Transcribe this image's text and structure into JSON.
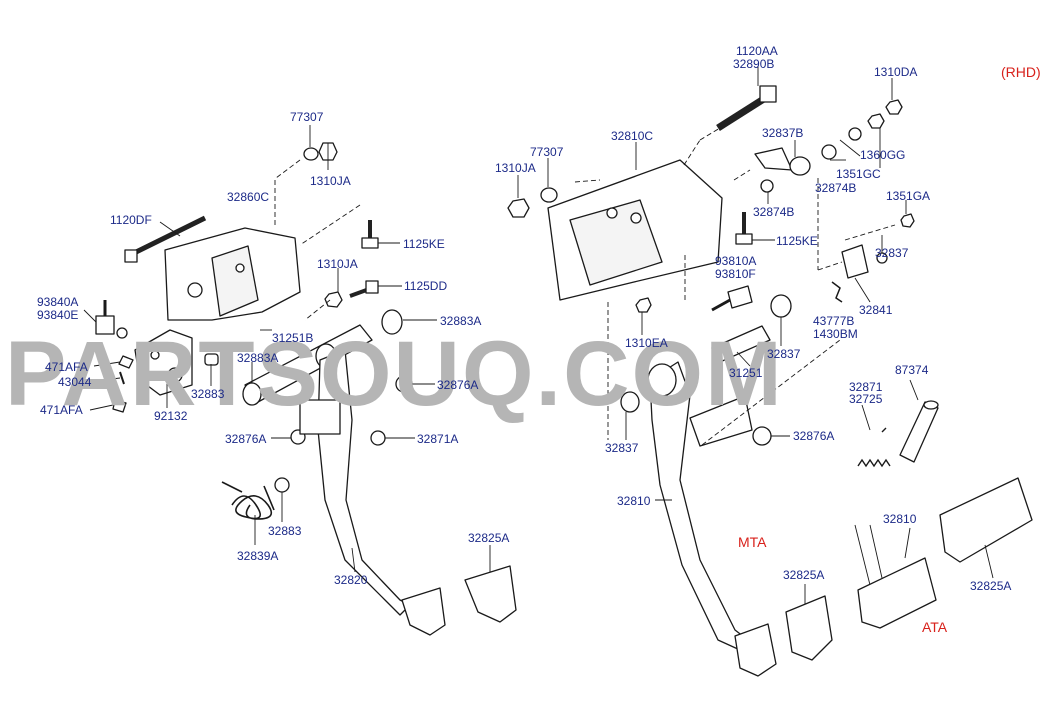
{
  "labels": {
    "l_1120aa": "1120AA",
    "l_32890b": "32890B",
    "l_1310da": "1310DA",
    "l_rhd": "(RHD)",
    "l_77307_left": "77307",
    "l_1310ja_left_top": "1310JA",
    "l_32860c": "32860C",
    "l_1120df": "1120DF",
    "l_1125ke_left": "1125KE",
    "l_1310ja_left_mid": "1310JA",
    "l_1125dd": "1125DD",
    "l_93840a": "93840A",
    "l_93840e": "93840E",
    "l_31251b": "31251B",
    "l_32883a_right": "32883A",
    "l_32883a_left": "32883A",
    "l_471afa_top": "471AFA",
    "l_43044": "43044",
    "l_32883_mid": "32883",
    "l_32876a_left_top": "32876A",
    "l_471afa_bottom": "471AFA",
    "l_92132": "92132",
    "l_32876a_left_bottom": "32876A",
    "l_32871a": "32871A",
    "l_32883_low": "32883",
    "l_32839a": "32839A",
    "l_32820": "32820",
    "l_32825a_left": "32825A",
    "l_32810c": "32810C",
    "l_77307_right": "77307",
    "l_1310ja_right": "1310JA",
    "l_32837b": "32837B",
    "l_1360gg": "1360GG",
    "l_1351gc": "1351GC",
    "l_32874b_top": "32874B",
    "l_1351ga": "1351GA",
    "l_32874b_mid": "32874B",
    "l_1125ke_right": "1125KE",
    "l_32837_right": "32837",
    "l_93810a": "93810A",
    "l_93810f": "93810F",
    "l_43777b": "43777B",
    "l_1430bm": "1430BM",
    "l_32841": "32841",
    "l_1310ea": "1310EA",
    "l_32837_mid": "32837",
    "l_31251": "31251",
    "l_32871": "32871",
    "l_32725": "32725",
    "l_87374": "87374",
    "l_32876a_right": "32876A",
    "l_32837_bottom": "32837",
    "l_32810_main": "32810",
    "l_mta": "MTA",
    "l_32825a_mid": "32825A",
    "l_32810_ata": "32810",
    "l_32825a_right": "32825A",
    "l_ata": "ATA"
  },
  "watermark": "PARTSOUQ.COM",
  "colors": {
    "label_text": "#1c2a88",
    "variant_text": "#d8211b",
    "line_art": "#1a1a1a",
    "watermark": "#b5b5b5",
    "background": "#ffffff"
  }
}
